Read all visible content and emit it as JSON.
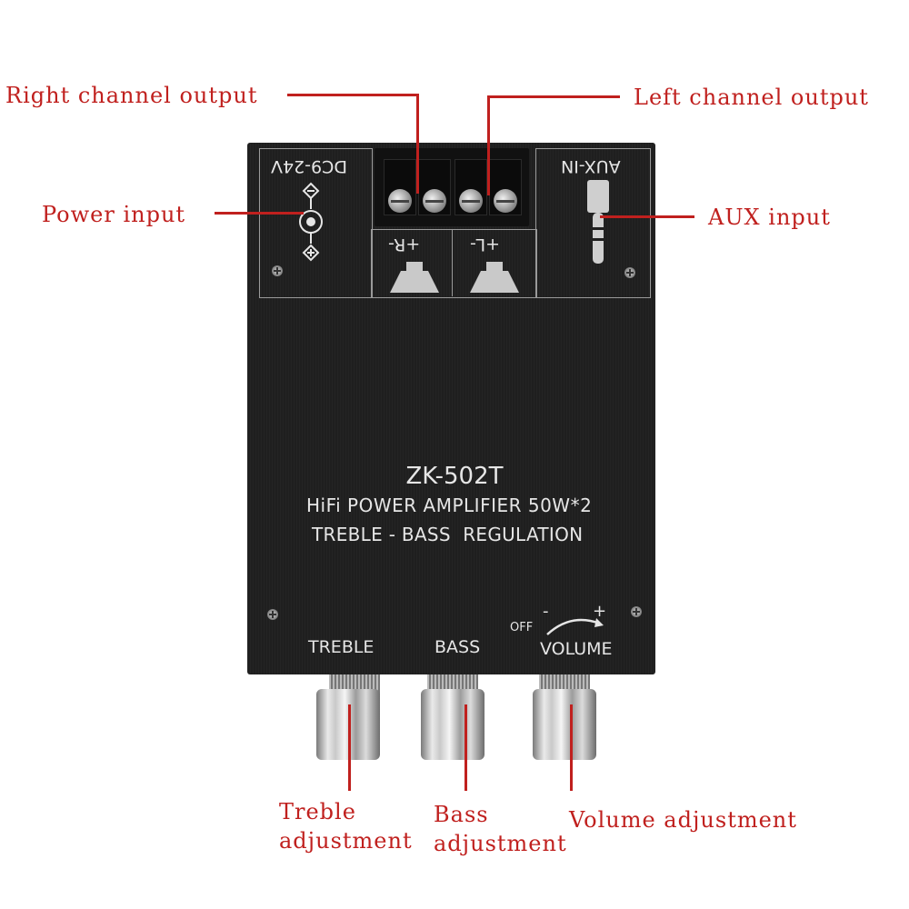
{
  "callouts": {
    "right_channel_output": "Right channel output",
    "left_channel_output": "Left channel output",
    "power_input": "Power input",
    "aux_input": "AUX input",
    "treble_adjustment_line1": "Treble",
    "treble_adjustment_line2": "adjustment",
    "bass_adjustment_line1": "Bass",
    "bass_adjustment_line2": "adjustment",
    "volume_adjustment": "Volume adjustment"
  },
  "board": {
    "power_label": "DC9-24V",
    "aux_label": "AUX-IN",
    "right_speaker_label": "+R-",
    "left_speaker_label": "+L-",
    "model": "ZK-502T",
    "subtitle": "HiFi POWER AMPLIFIER 50W*2",
    "regulation": "TREBLE - BASS  REGULATION",
    "treble_label": "TREBLE",
    "bass_label": "BASS",
    "volume_label": "VOLUME",
    "off_label": "OFF",
    "minus_label": "-",
    "plus_label": "+"
  },
  "colors": {
    "callout_red": "#c0201e",
    "board_black": "#1f1f1f",
    "silkscreen": "#e6e6e6"
  }
}
